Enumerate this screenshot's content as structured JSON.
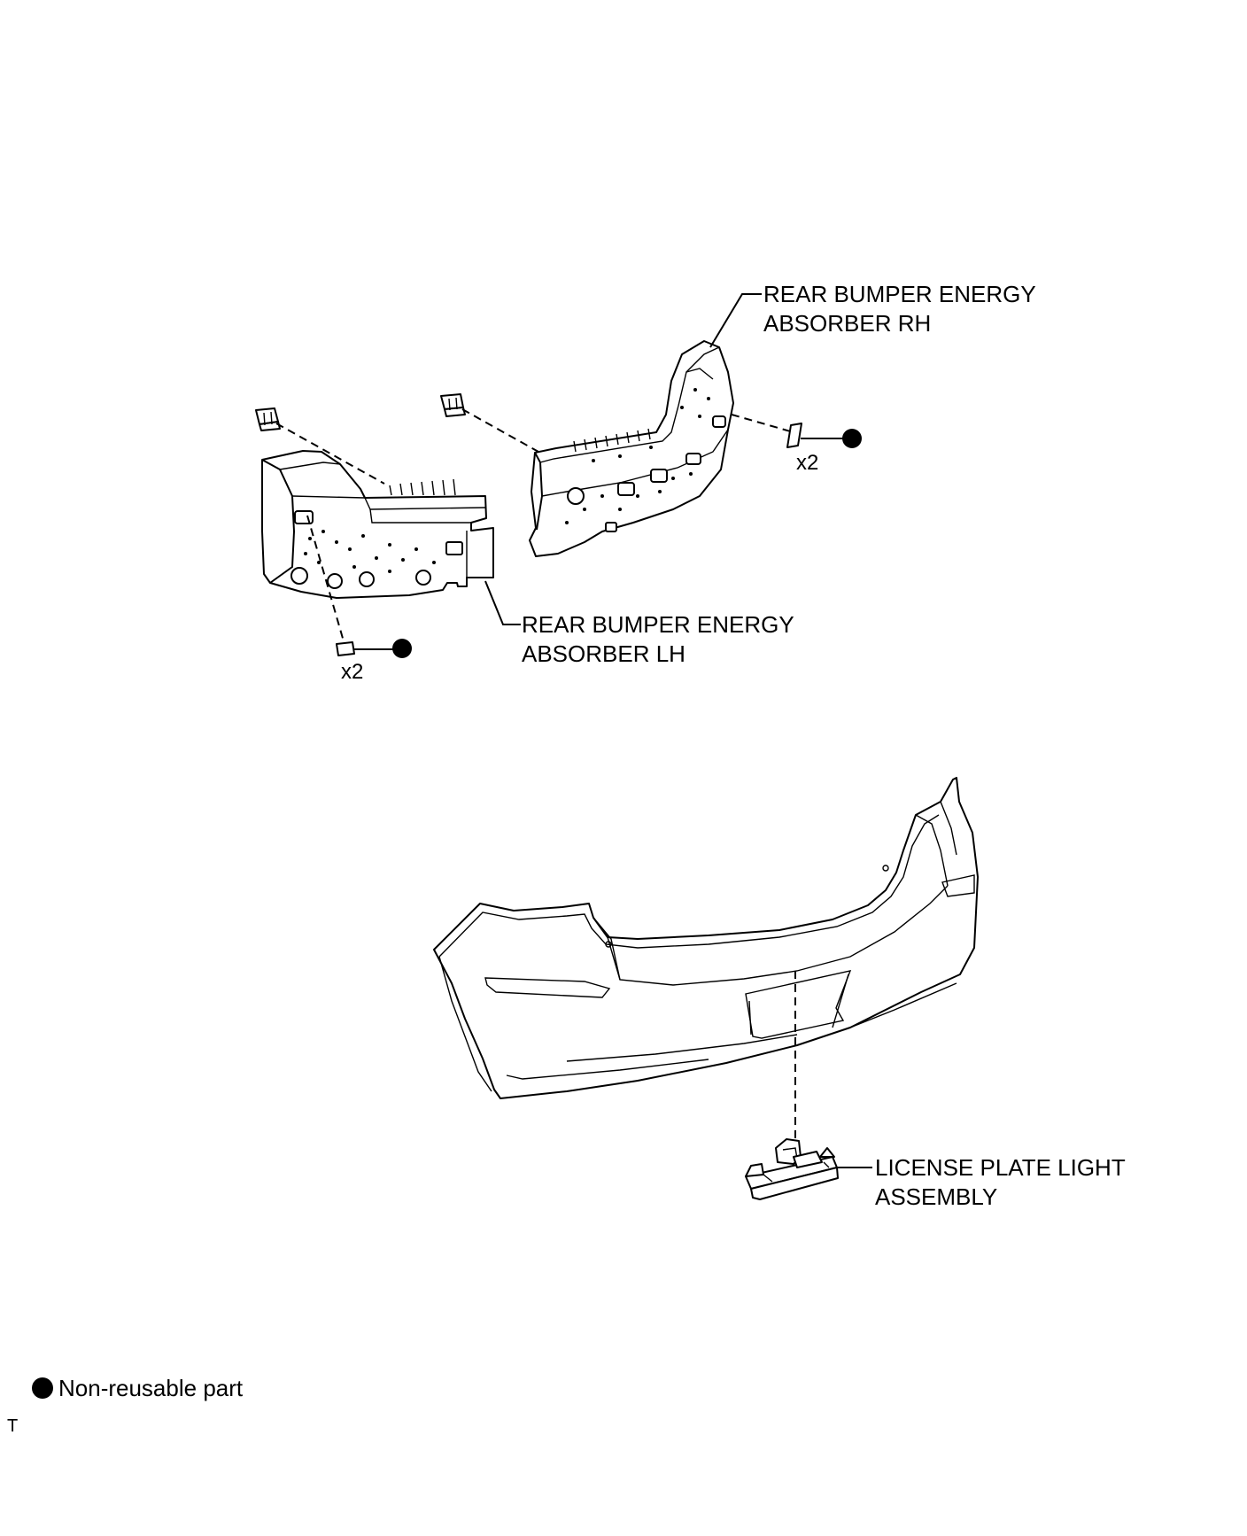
{
  "labels": {
    "rh_line1": "REAR BUMPER ENERGY",
    "rh_line2": "ABSORBER RH",
    "lh_line1": "REAR BUMPER ENERGY",
    "lh_line2": "ABSORBER LH",
    "light_line1": "LICENSE PLATE LIGHT",
    "light_line2": "ASSEMBLY"
  },
  "quantities": {
    "rh_clips": "x2",
    "lh_clips": "x2"
  },
  "legend": {
    "non_reusable": "Non-reusable part"
  },
  "corner_code": "T",
  "colors": {
    "line": "#000000",
    "background": "#ffffff"
  }
}
